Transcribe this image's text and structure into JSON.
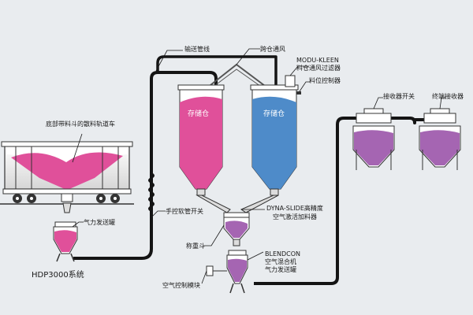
{
  "labels": {
    "conveying_line": "输送管线",
    "cross_bin_vent": "跨仓通风",
    "modu_kleen_title": "MODU-KLEEN",
    "modu_kleen_desc": "料仓通风过滤器",
    "level_controller": "料位控制器",
    "railcar": "底部带料斗的散料轨道车",
    "storage_bin_1": "存储仓",
    "storage_bin_2": "存储仓",
    "receiver_switch": "接收器开关",
    "terminal_receiver": "终端接收器",
    "manual_hose_switch": "手控软管开关",
    "dyna_slide_title": "DYNA-SLIDE高精度",
    "dyna_slide_desc": "空气激活加料器",
    "pneumatic_tank": "气力发送罐",
    "weigh_hopper": "称重斗",
    "blendcon_title": "BLENDCON",
    "blendcon_line2": "空气混合机",
    "blendcon_line3": "气力发送罐",
    "hdp_system": "HDP3000系统",
    "air_control_module": "空气控制模块"
  },
  "colors": {
    "background": "#e9ecef",
    "pipe": "#141414",
    "material_pink": "#e0509a",
    "material_blue": "#4e8bc9",
    "material_purple": "#a565b2",
    "vessel_fill": "#ffffff",
    "outline": "#333333"
  }
}
